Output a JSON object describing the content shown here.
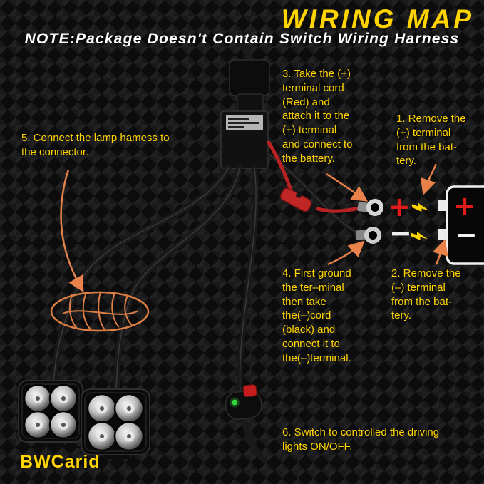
{
  "header": {
    "title": "WIRING MAP",
    "note": "NOTE:Package Doesn't Contain Switch Wiring Harness"
  },
  "steps": {
    "s1": "1. Remove the\n(+) terminal\nfrom the bat-\ntery.",
    "s2": "2. Remove the\n(–) terminal\nfrom the bat-\ntery.",
    "s3": "3. Take the (+)\nterminal cord\n(Red) and\nattach it to the\n(+) terminal\nand connect to\nthe battery.",
    "s4": "4. First ground\nthe ter–minal\nthen take\nthe(–)cord\n(black) and\nconnect it to\nthe(–)terminal.",
    "s5": "5. Connect the lamp hamess to\nthe connector.",
    "s6": "6. Switch to controlled the driving\nlights ON/OFF."
  },
  "symbols": {
    "plus": "+",
    "minus": "−",
    "battery_plus": "+",
    "battery_minus": "−"
  },
  "brand": "BWCarid",
  "colors": {
    "accent_yellow": "#ffd400",
    "arrow_orange": "#e8824a",
    "terminal_red": "#e11a1a",
    "wire_red": "#b82222",
    "text_white": "#ffffff"
  }
}
